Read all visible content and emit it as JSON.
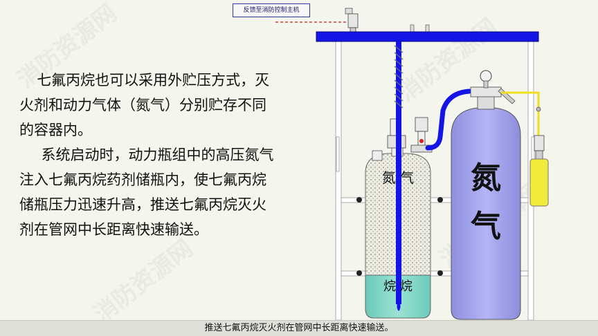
{
  "feedback_label": "反馈至消防控制主机",
  "body_paragraphs": [
    "七氟丙烷也可以采用外贮压方式，灭火剂和动力气体（氮气）分别贮存不同的容器内。",
    "系统启动时，动力瓶组中的高压氮气注入七氟丙烷药剂储瓶内，使七氟丙烷储瓶压力迅速升高，推送七氟丙烷灭火剂在管网中长距离快速输送。"
  ],
  "tanks": {
    "agent_top_label": "氮  气",
    "agent_bottom_label": "烷   烷",
    "nitrogen_label_1": "氮",
    "nitrogen_label_2": "气"
  },
  "caption": "推送七氟丙烷灭火剂在管网中长距离快速输送。",
  "colors": {
    "pipe_blue": "#1414e6",
    "nitrogen_tank": "#a6a6f0",
    "agent_liquid": "#7fd6c8",
    "agent_gas_fill": "#e8e8e0",
    "yellow_line": "#f0e020",
    "yellow_cylinder": "#f0ec3a",
    "frame": "#ffffff"
  }
}
